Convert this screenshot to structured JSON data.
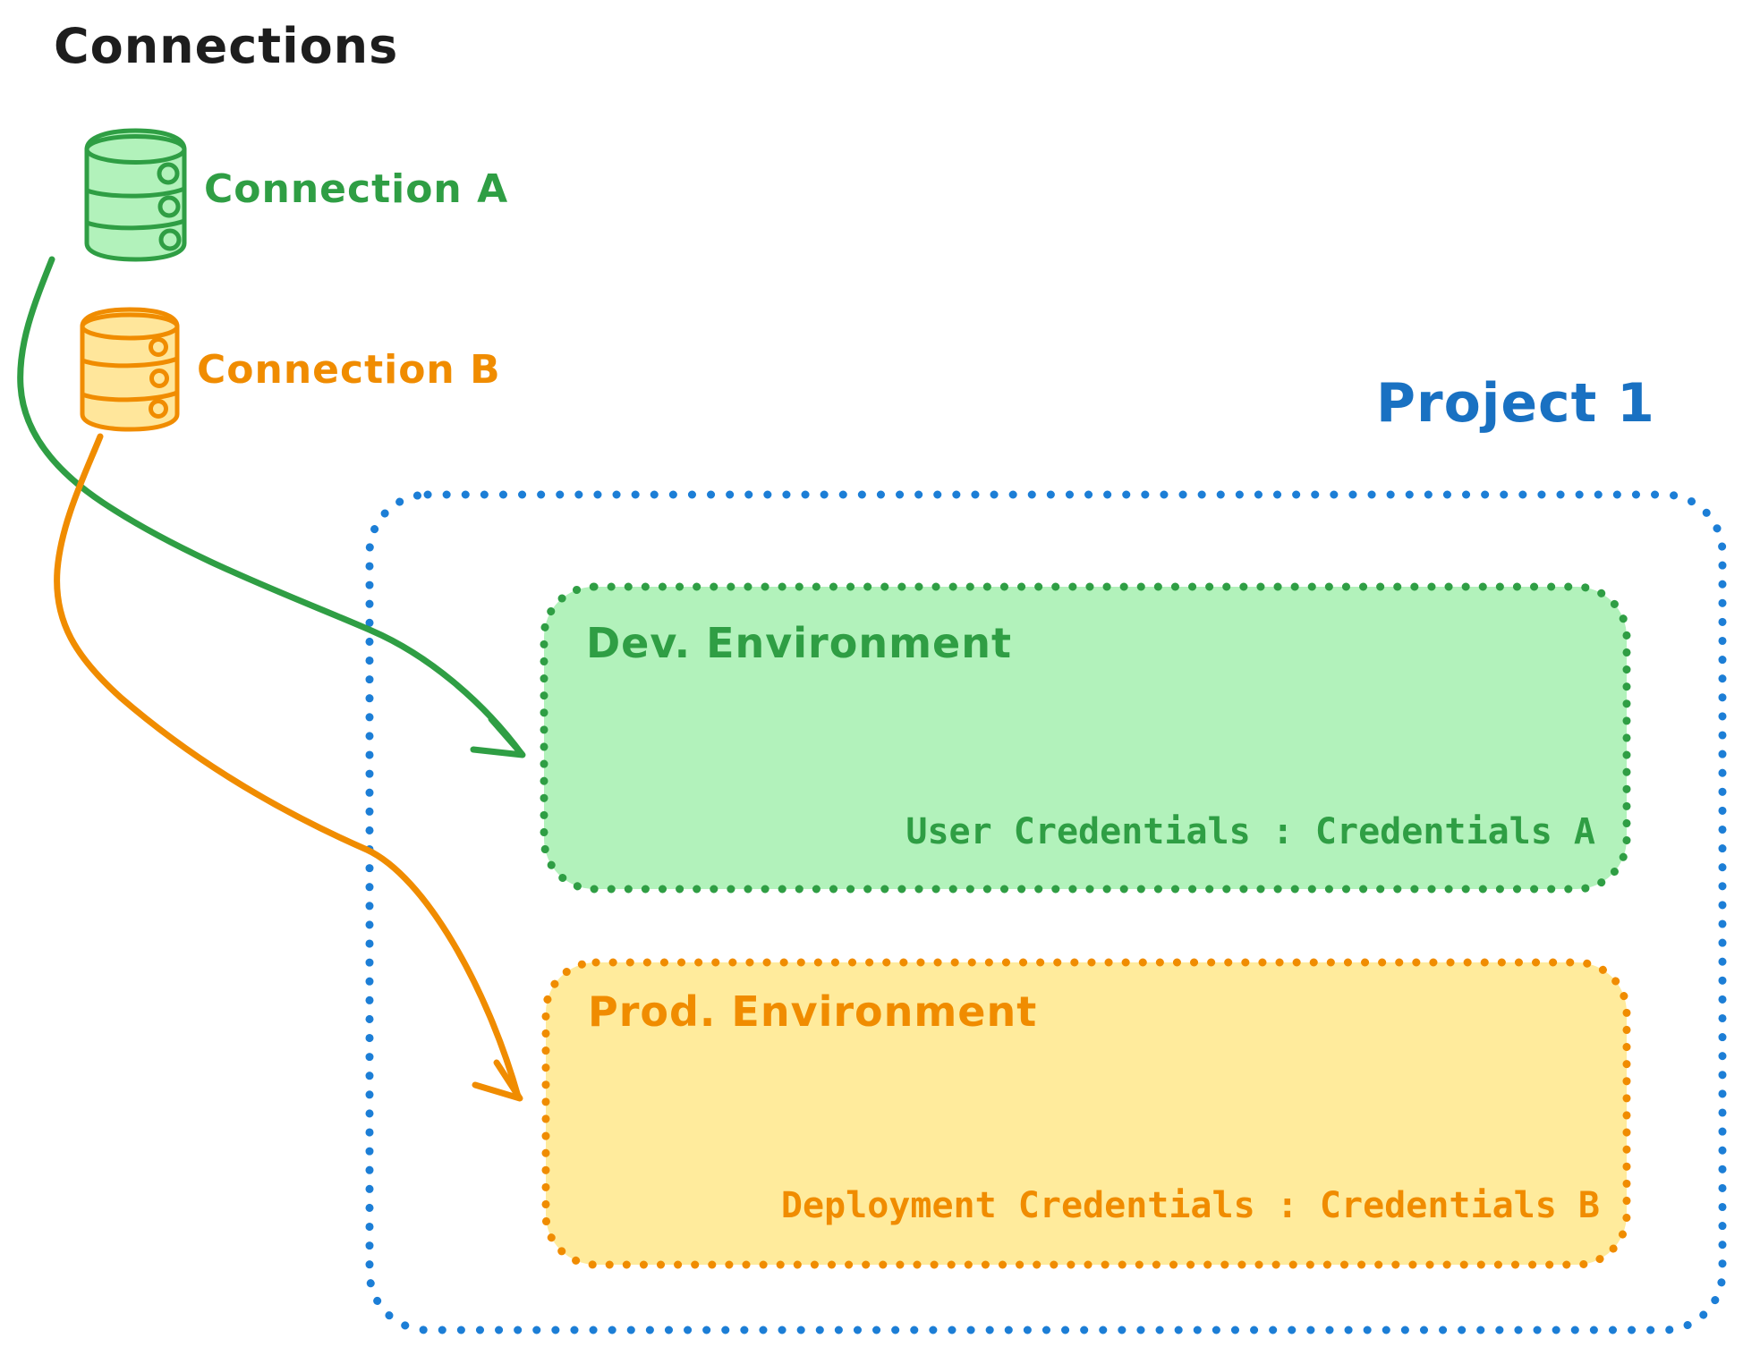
{
  "title": "Connections",
  "connections": {
    "a": {
      "label": "Connection A"
    },
    "b": {
      "label": "Connection B"
    }
  },
  "project": {
    "title": "Project 1",
    "environments": {
      "dev": {
        "name": "Dev. Environment",
        "credentials": "User Credentials : Credentials A"
      },
      "prod": {
        "name": "Prod. Environment",
        "credentials": "Deployment Credentials : Credentials B"
      }
    }
  },
  "colors": {
    "ink": "#1d1d1d",
    "green": "#2f9e44",
    "green_fill": "#b2f2bb",
    "orange": "#f08c00",
    "orange_fill": "#ffeb9c",
    "orange_cylinder_fill": "#ffe69b",
    "blue": "#1c7ed6",
    "blue_text": "#1971c2"
  }
}
